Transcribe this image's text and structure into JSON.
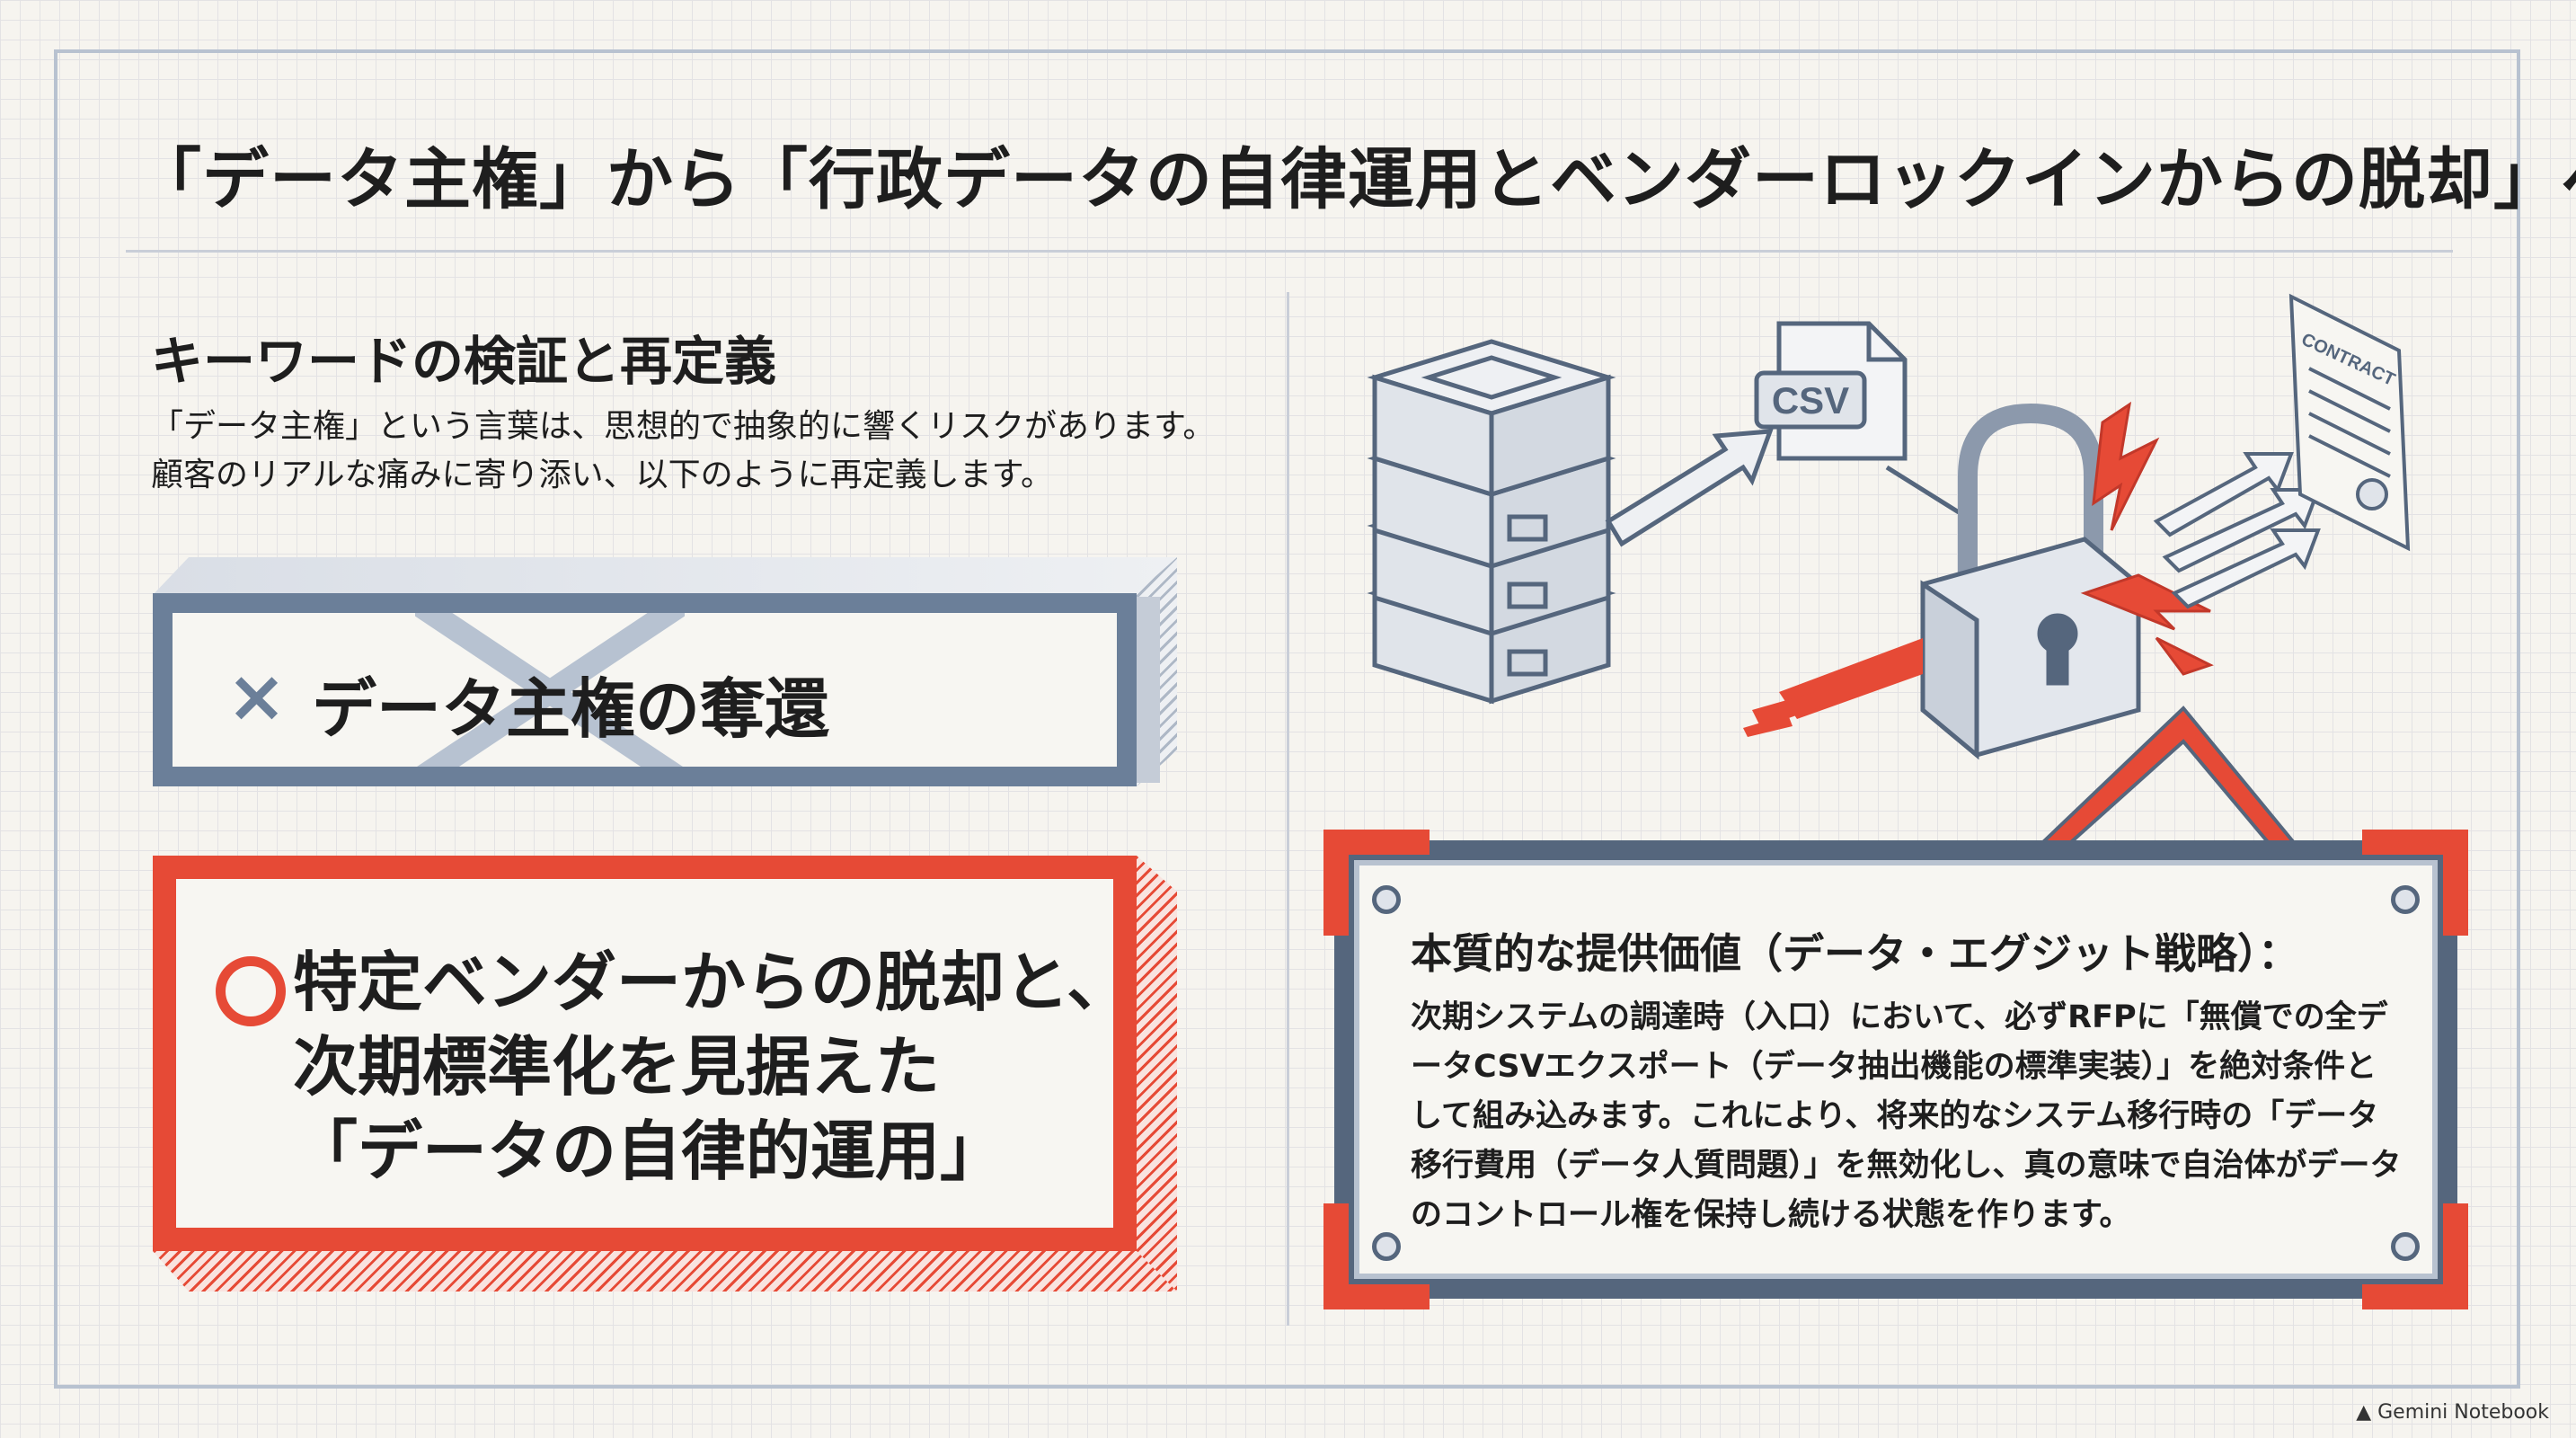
{
  "title": "「データ主権」から「行政データの自律運用とベンダーロックインからの脱却」へ",
  "keywords": {
    "heading": "キーワードの検証と再定義",
    "description_line1": "「データ主権」という言葉は、思想的で抽象的に響くリスクがあります。",
    "description_line2": "顧客のリアルな痛みに寄り添い、以下のように再定義します。"
  },
  "rejected": {
    "mark": "×",
    "text": "データ主権の奪還"
  },
  "accepted": {
    "line1": "特定ベンダーからの脱却と、",
    "line2": "次期標準化を見据えた",
    "line3": "「データの自律的運用」"
  },
  "illustration": {
    "csv_label": "CSV",
    "contract_label": "CONTRACT",
    "icons": [
      "server-stack-icon",
      "csv-file-icon",
      "broken-padlock-icon",
      "contract-document-icon"
    ]
  },
  "value": {
    "heading": "本質的な提供価値（データ・エグジット戦略）：",
    "body": "次期システムの調達時（入口）において、必ずRFPに「無償での全データCSVエクスポート（データ抽出機能の標準実装）」を絶対条件として組み込みます。これにより、将来的なシステム移行時の「データ移行費用（データ人質問題）」を無効化し、真の意味で自治体がデータのコントロール権を保持し続ける状態を作ります。"
  },
  "footer": {
    "brand": "Gemini Notebook"
  },
  "colors": {
    "accent_red": "#e64a36",
    "slate": "#55667d",
    "grid": "#e3e2e4"
  }
}
